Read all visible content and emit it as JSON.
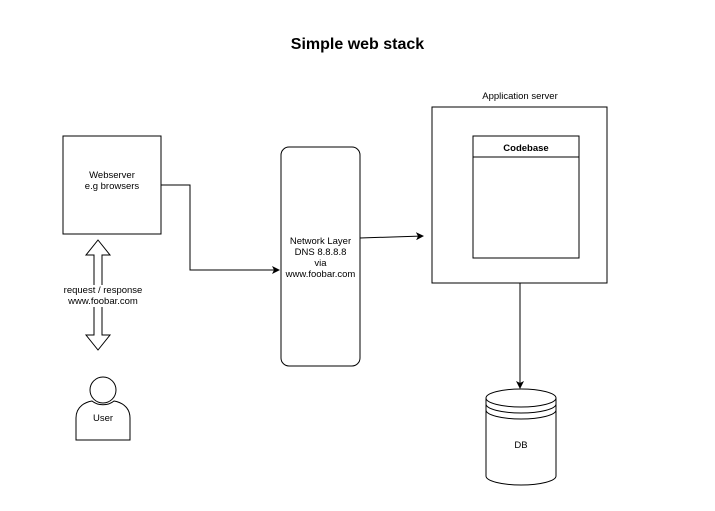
{
  "title": "Simple web stack",
  "nodes": {
    "webserver": {
      "lines": [
        "Webserver",
        "e.g browsers"
      ]
    },
    "network": {
      "lines": [
        "Network Layer",
        "DNS 8.8.8.8",
        "via",
        "www.foobar.com"
      ]
    },
    "app_server": {
      "label": "Application server"
    },
    "codebase": {
      "label": "Codebase"
    },
    "user": {
      "label": "User"
    },
    "db": {
      "label": "DB"
    }
  },
  "edges": {
    "request_response": {
      "lines": [
        "request / response",
        "www.foobar.com"
      ]
    }
  },
  "colors": {
    "stroke": "#000000",
    "fill": "#ffffff",
    "text": "#000000"
  }
}
